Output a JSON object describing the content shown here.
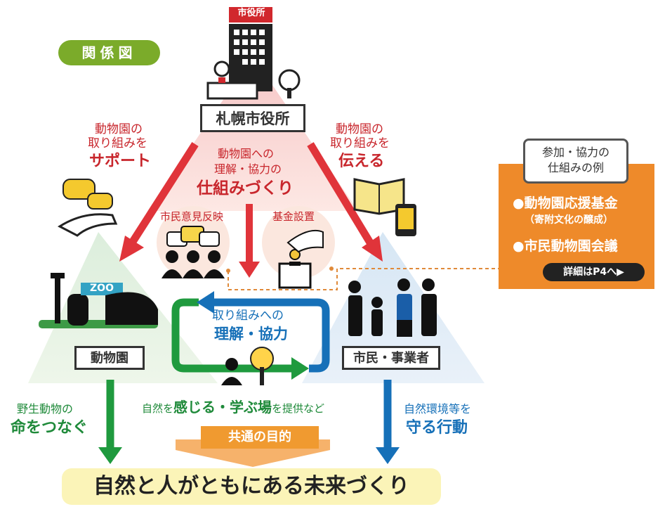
{
  "title_badge": "関係図",
  "nodes": {
    "city_hall_sign": "市役所",
    "city_hall": "札幌市役所",
    "zoo": "動物園",
    "zoo_sign": "ZOO",
    "citizens": "市民・事業者"
  },
  "arrows": {
    "support": {
      "line1": "動物園の",
      "line2": "取り組みを",
      "emph": "サポート"
    },
    "inform": {
      "line1": "動物園の",
      "line2": "取り組みを",
      "emph": "伝える"
    },
    "mechanism": {
      "line1": "動物園への",
      "line2": "理解・協力の",
      "emph": "仕組みづくり"
    },
    "understanding": {
      "line1": "取り組みへの",
      "emph": "理解・協力"
    },
    "wildlife": {
      "line1": "野生動物の",
      "emph": "命をつなぐ"
    },
    "protect": {
      "line1": "自然環境等を",
      "emph": "守る行動"
    }
  },
  "sub_labels": {
    "opinion": "市民意見反映",
    "fund": "基金設置"
  },
  "place": {
    "prefix": "自然を",
    "emph": "感じる・学ぶ場",
    "suffix": "を提供など"
  },
  "purpose_label": "共通の目的",
  "goal": "自然と人がともにある未来づくり",
  "side_panel": {
    "heading_line1": "参加・協力の",
    "heading_line2": "仕組みの例",
    "items": [
      "●動物園応援基金",
      "（寄附文化の醸成）",
      "●市民動物園会議"
    ],
    "more": "詳細はP4へ▶"
  },
  "colors": {
    "red": "#c8262c",
    "blue": "#1670b8",
    "green": "#1f8a3a",
    "orange": "#ee8a2a",
    "badge_green": "#7bab2a",
    "goal_yellow": "#fbf4b8"
  }
}
